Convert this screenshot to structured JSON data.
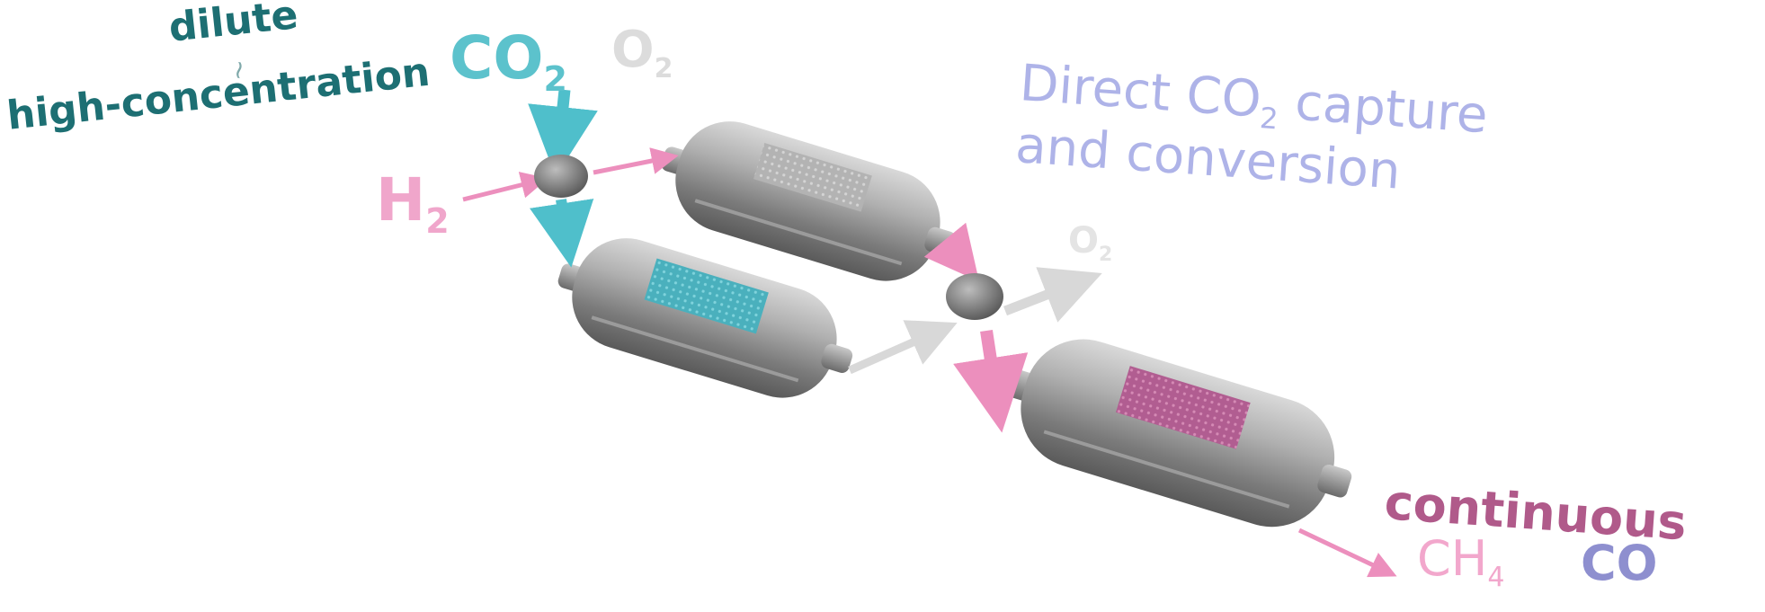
{
  "labels": {
    "dilute": "dilute",
    "tilde": "~",
    "high_concentration": "high-concentration",
    "co2_main": "CO",
    "co2_main_sub": "2",
    "o2_top": "O",
    "o2_top_sub": "2",
    "direct_line1_a": "Direct CO",
    "direct_line1_sub": "2",
    "direct_line1_b": " capture",
    "direct_line2": "and conversion",
    "h2": "H",
    "h2_sub": "2",
    "o2_mid": "O",
    "o2_mid_sub": "2",
    "continuous": "continuous",
    "ch4": "CH",
    "ch4_sub": "4",
    "co": "CO"
  },
  "colors": {
    "teal_dark": "#1d6f73",
    "cyan": "#5cc2cc",
    "pink": "#f0a6cb",
    "magenta_text": "#b05a8a",
    "lavender": "#aeb3e8",
    "purple_co": "#8e8fcf",
    "grey_flow": "#d8d8d8",
    "reactor_body": "#8d8d8d"
  }
}
